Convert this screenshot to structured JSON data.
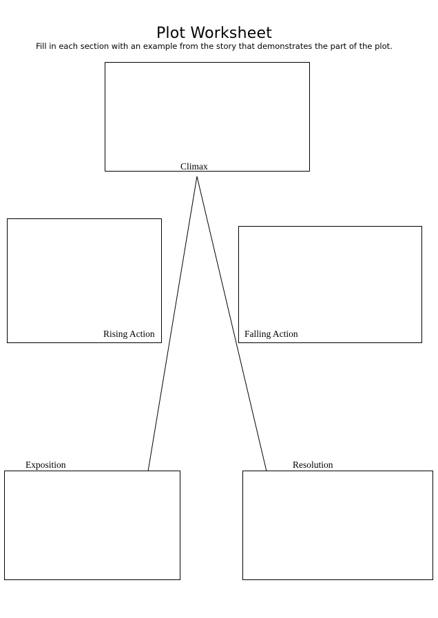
{
  "worksheet": {
    "title": "Plot Worksheet",
    "instructions": "Fill in each section with an example from the story that demonstrates the part of the plot."
  },
  "sections": {
    "climax": {
      "label": "Climax"
    },
    "rising_action": {
      "label": "Rising Action"
    },
    "falling_action": {
      "label": "Falling Action"
    },
    "exposition": {
      "label": "Exposition"
    },
    "resolution": {
      "label": "Resolution"
    }
  }
}
